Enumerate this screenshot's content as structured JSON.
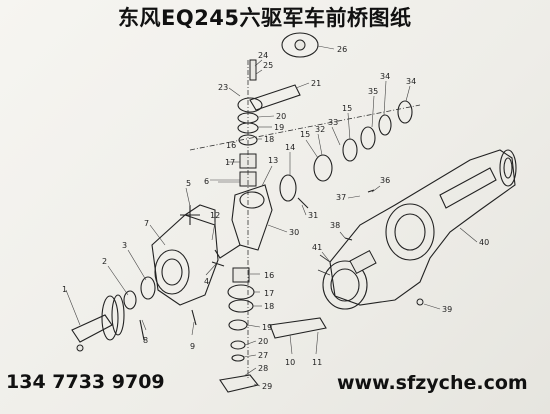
{
  "title": "东风EQ245六驱军车前桥图纸",
  "phone": "134 7733 9709",
  "website": "www.sfzyche.com",
  "callouts": {
    "c1": "1",
    "c2": "2",
    "c3": "3",
    "c4": "4",
    "c5": "5",
    "c6": "6",
    "c7": "7",
    "c8": "8",
    "c9": "9",
    "c10": "10",
    "c11": "11",
    "c12": "12",
    "c13": "13",
    "c14": "14",
    "c15a": "15",
    "c15b": "15",
    "c16a": "16",
    "c16b": "16",
    "c17a": "17",
    "c17b": "17",
    "c18a": "18",
    "c18b": "18",
    "c19a": "19",
    "c19b": "19",
    "c20a": "20",
    "c20b": "20",
    "c21": "21",
    "c23": "23",
    "c24": "24",
    "c25": "25",
    "c26": "26",
    "c27": "27",
    "c28": "28",
    "c29": "29",
    "c30": "30",
    "c31": "31",
    "c32": "32",
    "c33": "33",
    "c34a": "34",
    "c34b": "34",
    "c35": "35",
    "c36": "36",
    "c37": "37",
    "c38": "38",
    "c39": "39",
    "c40": "40",
    "c41": "41"
  }
}
